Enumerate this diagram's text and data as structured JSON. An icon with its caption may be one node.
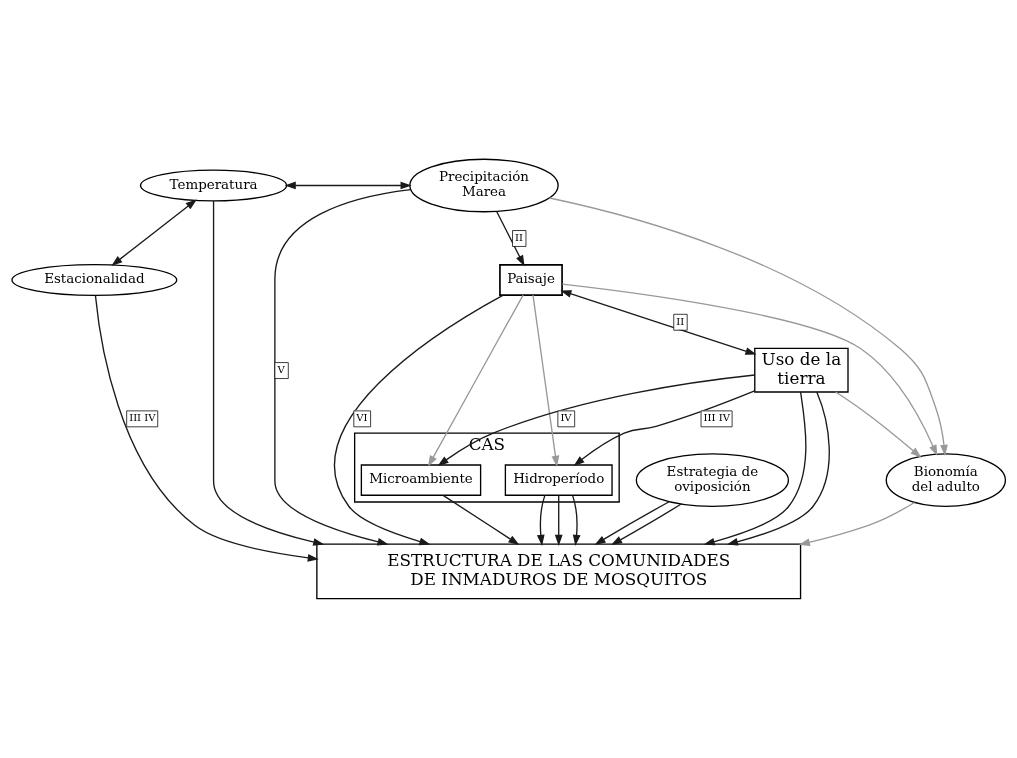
{
  "diagram": {
    "nodes": [
      {
        "text": [
          "Temperatura"
        ]
      },
      {
        "text": [
          "Precipitación Marea"
        ]
      },
      {
        "text": [
          "Estacionalidad"
        ]
      },
      {
        "text": [
          "Paisaje"
        ]
      },
      {
        "text": [
          "Uso de la tierra"
        ]
      },
      {
        "text": [
          "Estrategia de oviposición"
        ]
      },
      {
        "text": [
          "Bionomía del adulto"
        ]
      },
      {
        "text": [
          "CAS"
        ]
      },
      {
        "text": [
          "Hidroperíodo"
        ],
        "in": 7
      },
      {
        "text": [
          "Microambiente"
        ],
        "in": 7
      },
      {
        "text": [
          "ESTRUCTURA DE LAS COMUNIDADES DE INMADUROS DE MOSQUITOS"
        ]
      }
    ],
    "edges": [
      {
        "from": 0,
        "to": 1,
        "arrow": "both"
      },
      {
        "from": 0,
        "to": 2,
        "arrow": "both"
      },
      {
        "from": 1,
        "to": 3,
        "arrow": "to",
        "label": "II"
      },
      {
        "from": 1,
        "to": 6,
        "arrow": "to",
        "color": "#999999"
      },
      {
        "from": 3,
        "to": 4,
        "arrow": "both",
        "label": "II"
      },
      {
        "from": 3,
        "to": 6,
        "arrow": "to",
        "color": "#999999"
      },
      {
        "from": 3,
        "to": 8,
        "arrow": "to",
        "color": "#999999"
      },
      {
        "from": 3,
        "to": 9,
        "arrow": "to",
        "color": "#999999"
      },
      {
        "from": 4,
        "to": 6,
        "arrow": "to",
        "color": "#999999"
      },
      {
        "from": 4,
        "to": 8,
        "arrow": "to",
        "label": "III IV"
      },
      {
        "from": 4,
        "to": 9,
        "arrow": "to",
        "label": "IV"
      },
      {
        "from": 2,
        "to": 10,
        "arrow": "to",
        "label": "III IV"
      },
      {
        "from": 4,
        "to": 10,
        "arrow": "to"
      },
      {
        "from": 0,
        "to": 10,
        "arrow": "to"
      },
      {
        "from": 1,
        "to": 10,
        "arrow": "to",
        "label": "V"
      },
      {
        "from": 4,
        "to": 10,
        "arrow": "to"
      },
      {
        "from": 5,
        "to": 10,
        "arrow": "to"
      },
      {
        "from": 8,
        "to": 10,
        "arrow": "to"
      },
      {
        "from": 3,
        "to": 10,
        "arrow": "to",
        "label": "VI"
      },
      {
        "from": 5,
        "to": 10,
        "arrow": "to"
      },
      {
        "from": 8,
        "to": 10,
        "arrow": "to"
      },
      {
        "from": 8,
        "to": 10,
        "arrow": "to"
      },
      {
        "from": 9,
        "to": 10,
        "arrow": "to"
      },
      {
        "from": 6,
        "to": 10,
        "arrow": "to",
        "color": "#999999"
      }
    ]
  }
}
